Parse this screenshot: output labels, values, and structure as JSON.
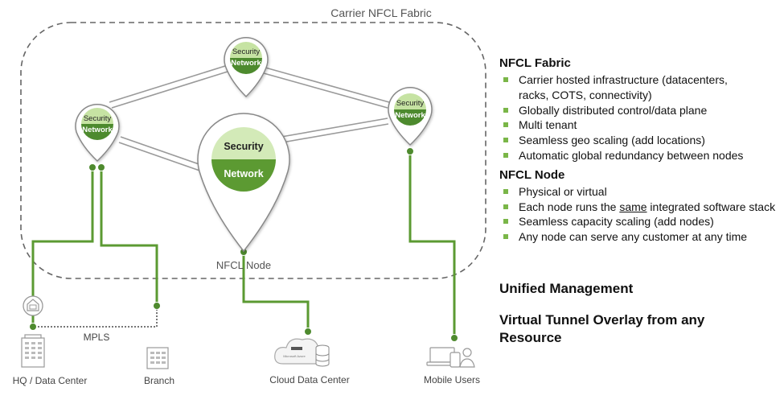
{
  "fabric": {
    "label": "Carrier NFCL Fabric"
  },
  "nodes": {
    "top": {
      "top_label": "Security",
      "bottom_label": "Network"
    },
    "left": {
      "top_label": "Security",
      "bottom_label": "Network"
    },
    "right": {
      "top_label": "Security",
      "bottom_label": "Network"
    },
    "center": {
      "top_label": "Security",
      "bottom_label": "Network",
      "caption": "NFCL Node"
    }
  },
  "endpoints": {
    "hq": "HQ / Data Center",
    "branch": "Branch",
    "mpls": "MPLS",
    "cloud": "Cloud Data Center",
    "cloud_badge_text": "Microsoft Azure",
    "mobile": "Mobile Users"
  },
  "nfcl_fabric": {
    "title": "NFCL Fabric",
    "items": [
      "Carrier hosted infrastructure (datacenters,",
      "racks, COTS, connectivity)",
      "Globally distributed control/data plane",
      "Multi tenant",
      "Seamless geo scaling (add locations)",
      "Automatic global redundancy between nodes"
    ]
  },
  "nfcl_node": {
    "title": "NFCL Node",
    "items": [
      "Physical or virtual",
      "Seamless capacity scaling (add nodes)",
      "Any node can serve any customer at any time"
    ],
    "stack_item": {
      "before": "Each node runs the ",
      "emphasis": "same",
      "after": " integrated software stack"
    }
  },
  "unified_management": "Unified Management",
  "virtual_tunnel": {
    "line1": "Virtual Tunnel Overlay from any",
    "line2": "Resource"
  },
  "colors": {
    "accent_green": "#7ab648",
    "dark_green": "#4e8a2e",
    "light_green": "#d3eab8",
    "wire": "#5b9a32"
  }
}
